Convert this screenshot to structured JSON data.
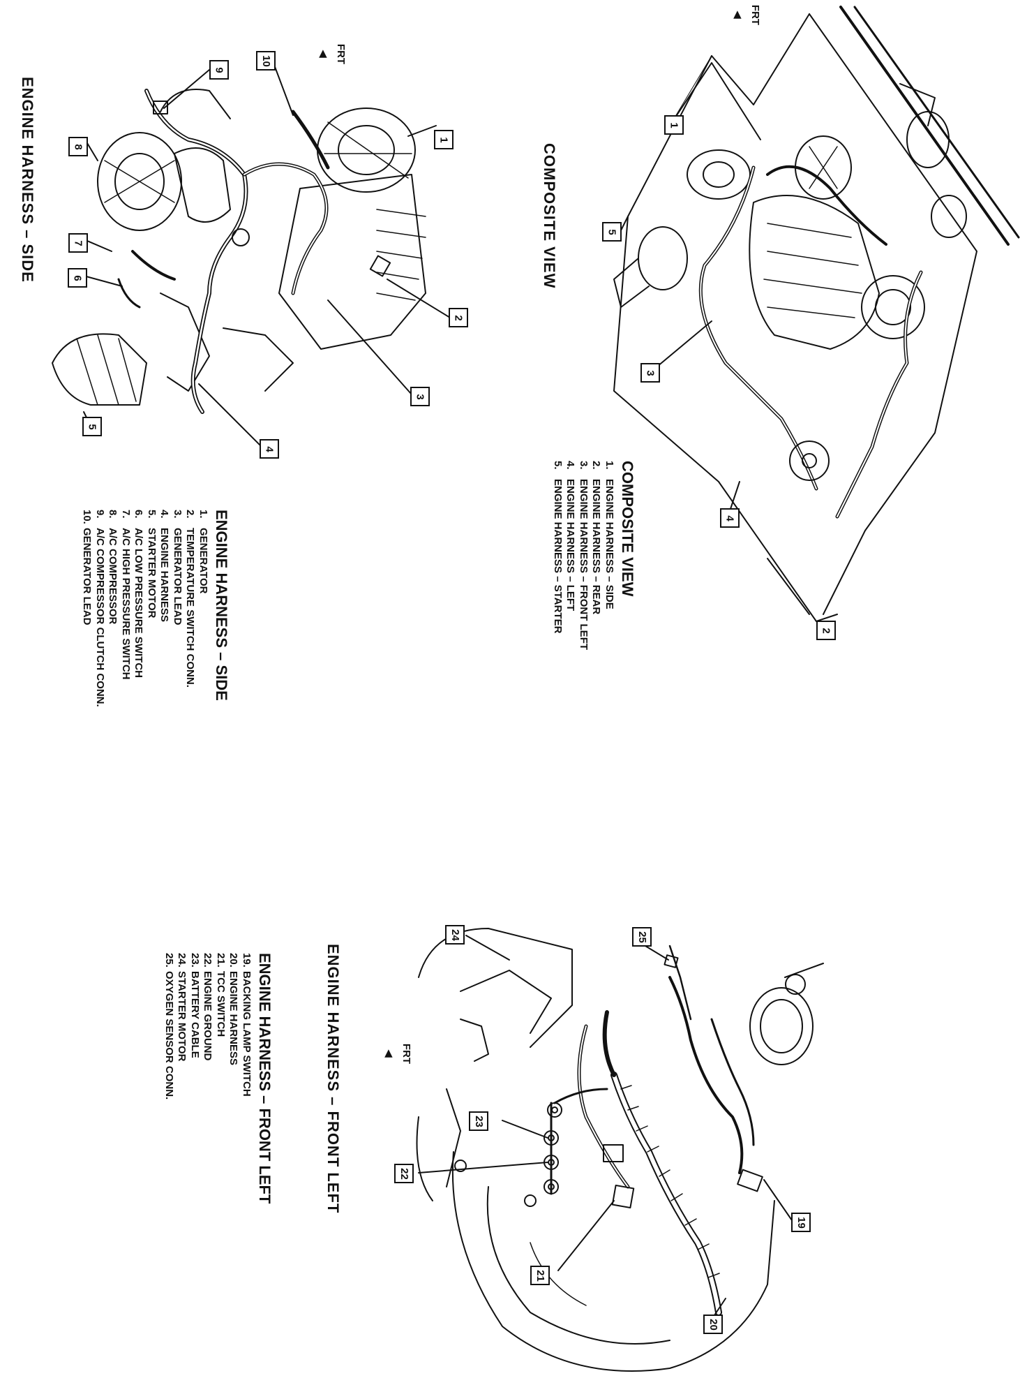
{
  "composite": {
    "title": "COMPOSITE VIEW",
    "legend_title": "COMPOSITE VIEW",
    "frt_label": "FRT",
    "items": [
      {
        "num": "1.",
        "label": "ENGINE HARNESS – SIDE"
      },
      {
        "num": "2.",
        "label": "ENGINE HARNESS – REAR"
      },
      {
        "num": "3.",
        "label": "ENGINE HARNESS – FRONT LEFT"
      },
      {
        "num": "4.",
        "label": "ENGINE HARNESS – LEFT"
      },
      {
        "num": "5.",
        "label": "ENGINE HARNESS – STARTER"
      }
    ],
    "callouts": [
      "1",
      "2",
      "3",
      "4",
      "5"
    ]
  },
  "side": {
    "title": "ENGINE HARNESS – SIDE",
    "legend_title": "ENGINE HARNESS – SIDE",
    "frt_label": "FRT",
    "items": [
      {
        "num": "1.",
        "label": "GENERATOR"
      },
      {
        "num": "2.",
        "label": "TEMPERATURE SWITCH CONN."
      },
      {
        "num": "3.",
        "label": "GENERATOR LEAD"
      },
      {
        "num": "4.",
        "label": "ENGINE HARNESS"
      },
      {
        "num": "5.",
        "label": "STARTER MOTOR"
      },
      {
        "num": "6.",
        "label": "A/C LOW PRESSURE SWITCH"
      },
      {
        "num": "7.",
        "label": "A/C HIGH PRESSURE SWITCH"
      },
      {
        "num": "8.",
        "label": "A/C COMPRESSOR"
      },
      {
        "num": "9.",
        "label": "A/C COMPRESSOR CLUTCH CONN."
      },
      {
        "num": "10.",
        "label": "GENERATOR LEAD"
      }
    ],
    "callouts": [
      "1",
      "2",
      "3",
      "4",
      "5",
      "6",
      "7",
      "8",
      "9",
      "10"
    ]
  },
  "front_left": {
    "title": "ENGINE HARNESS – FRONT LEFT",
    "legend_title": "ENGINE HARNESS – FRONT LEFT",
    "frt_label": "FRT",
    "items": [
      {
        "num": "19.",
        "label": "BACKING LAMP SWITCH"
      },
      {
        "num": "20.",
        "label": "ENGINE HARNESS"
      },
      {
        "num": "21.",
        "label": "TCC SWITCH"
      },
      {
        "num": "22.",
        "label": "ENGINE GROUND"
      },
      {
        "num": "23.",
        "label": "BATTERY CABLE"
      },
      {
        "num": "24.",
        "label": "STARTER MOTOR"
      },
      {
        "num": "25.",
        "label": "OXYGEN SENSOR CONN."
      }
    ],
    "callouts": [
      "19",
      "20",
      "21",
      "22",
      "23",
      "24",
      "25"
    ]
  }
}
